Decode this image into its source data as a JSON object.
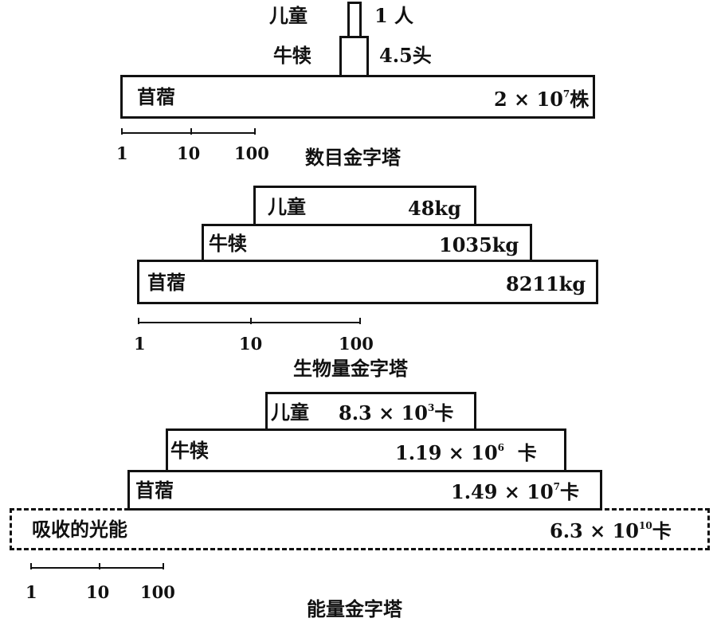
{
  "number_pyramid": {
    "title": "数目金字塔",
    "levels": [
      {
        "name": "儿童",
        "value": "1 人"
      },
      {
        "name": "牛犊",
        "value": "4.5头"
      },
      {
        "name": "苜蓿",
        "value_base": "2 × 10",
        "value_exp": "7",
        "value_unit": "株"
      }
    ],
    "scale": [
      "1",
      "10",
      "100"
    ]
  },
  "biomass_pyramid": {
    "title": "生物量金字塔",
    "levels": [
      {
        "name": "儿童",
        "value": "48kg"
      },
      {
        "name": "牛犊",
        "value": "1035kg"
      },
      {
        "name": "苜蓿",
        "value": "8211kg"
      }
    ],
    "scale": [
      "1",
      "10",
      "100"
    ]
  },
  "energy_pyramid": {
    "title": "能量金字塔",
    "levels": [
      {
        "name": "儿童",
        "value_base": "8.3 × 10",
        "value_exp": "3",
        "value_unit": "卡"
      },
      {
        "name": "牛犊",
        "value_base": "1.19 × 10",
        "value_exp": "6",
        "value_unit": "卡"
      },
      {
        "name": "苜蓿",
        "value_base": "1.49 × 10",
        "value_exp": "7",
        "value_unit": "卡"
      },
      {
        "name": "吸收的光能",
        "value_base": "6.3 × 10",
        "value_exp": "10",
        "value_unit": "卡"
      }
    ],
    "scale": [
      "1",
      "10",
      "100"
    ]
  }
}
